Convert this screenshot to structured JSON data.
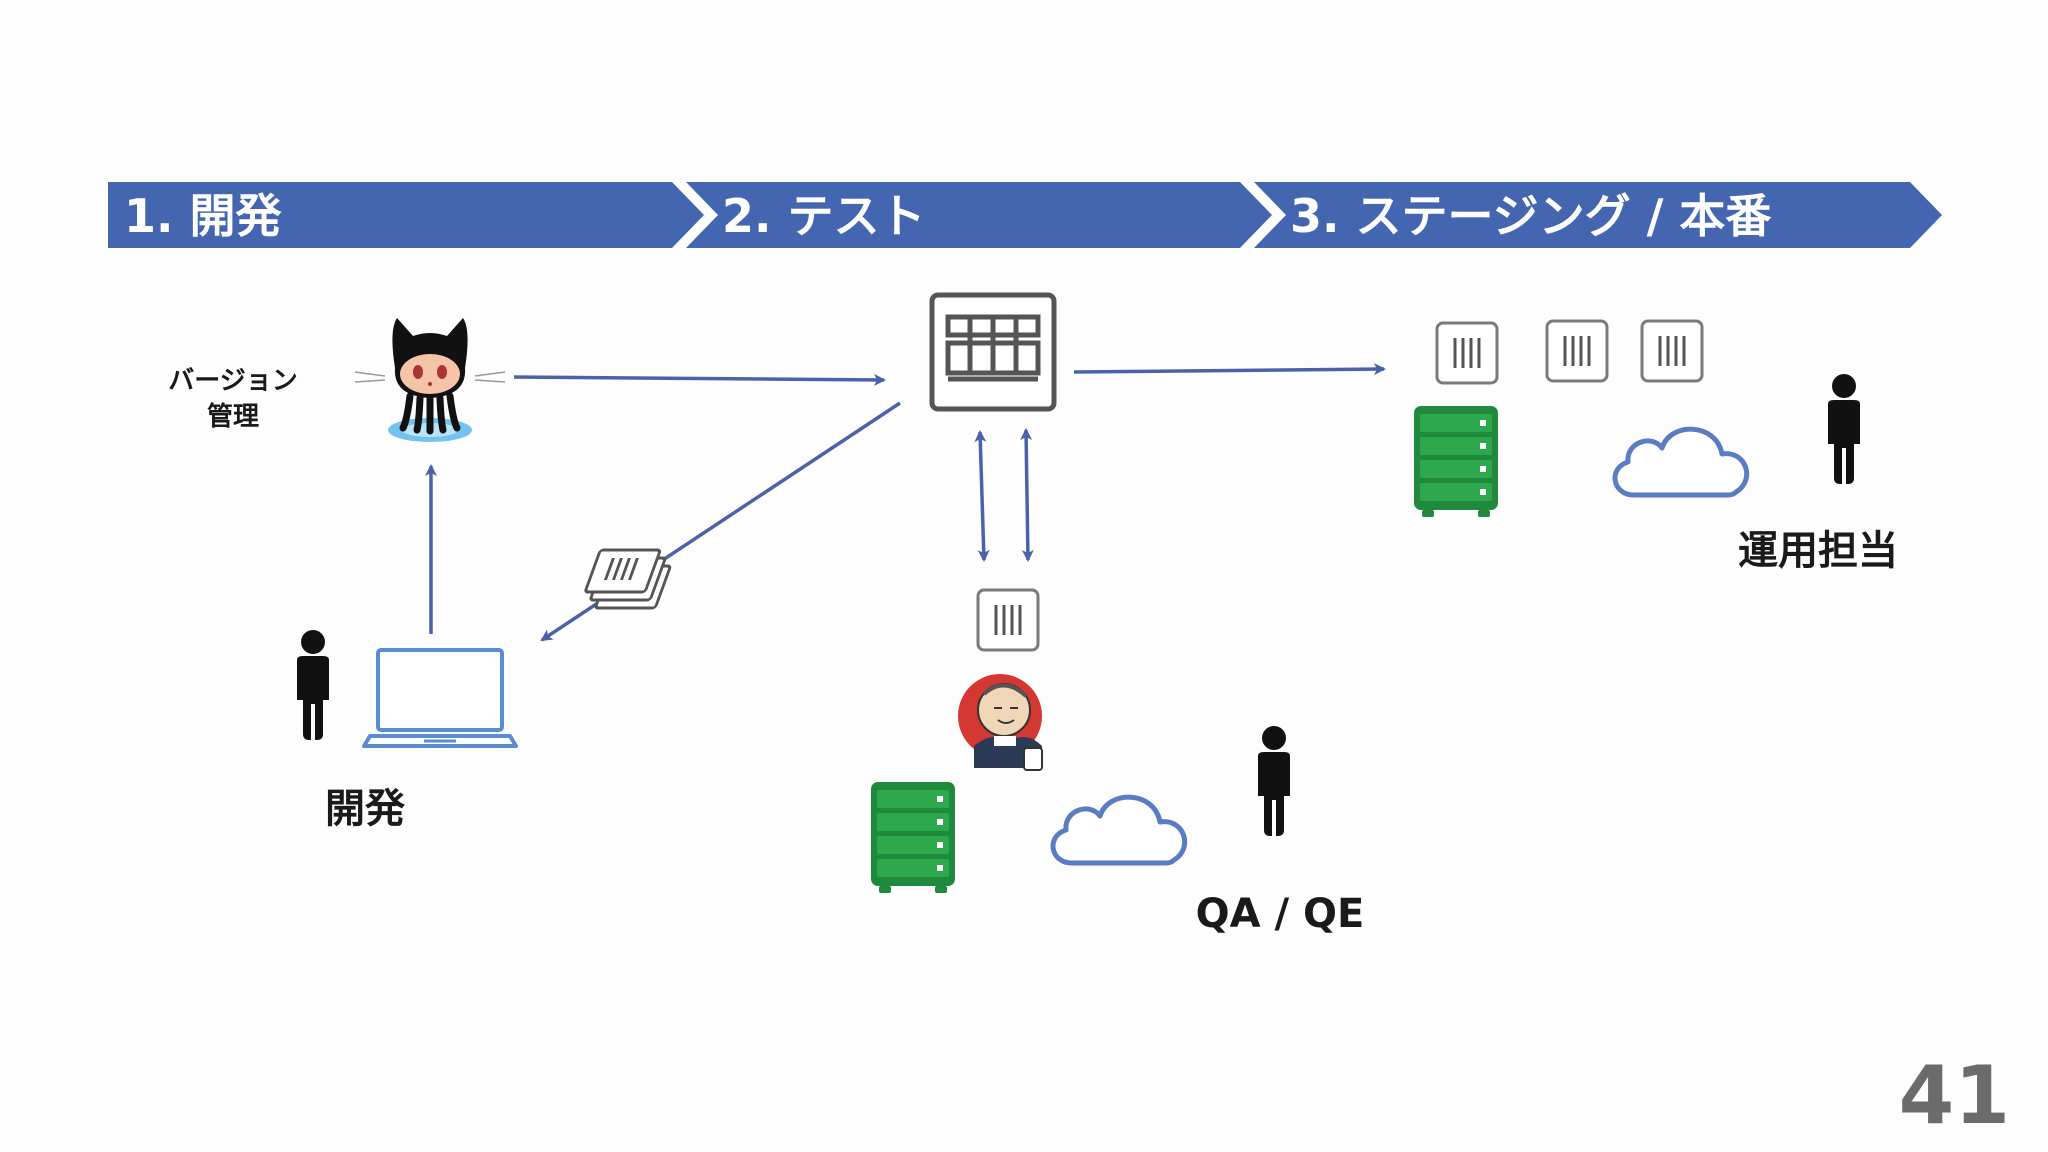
{
  "stages": [
    {
      "label": "1. 開発"
    },
    {
      "label": "2. テスト"
    },
    {
      "label": "3. ステージング / 本番"
    }
  ],
  "labels": {
    "version_control_line1": "バージョン",
    "version_control_line2": "管理",
    "developer": "開発",
    "qa": "QA / QE",
    "operations": "運用担当"
  },
  "page_number": "41",
  "colors": {
    "banner": "#4466b0",
    "arrow": "#4a63a8",
    "server_green": "#1f8a3c",
    "laptop_blue": "#5b8bd0",
    "cloud_blue": "#5a7cc2"
  },
  "icons": {
    "github": "octocat-icon",
    "repository": "artifact-repository-icon",
    "ci": "jenkins-icon",
    "package": "package-icon",
    "server": "server-icon",
    "cloud": "cloud-icon",
    "person": "person-icon",
    "laptop": "laptop-icon",
    "documents": "documents-icon"
  }
}
